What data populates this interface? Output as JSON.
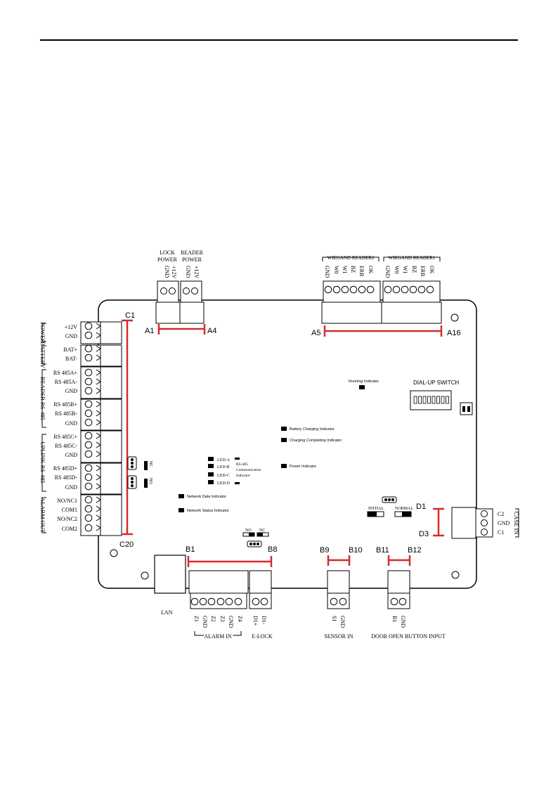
{
  "top_labels": {
    "lock_power": [
      "LOCK",
      "POWER"
    ],
    "reader_power": [
      "READER",
      "POWER"
    ],
    "lock_pins": [
      "GND",
      "+12V"
    ],
    "reader_pins": [
      "GND",
      "+12V"
    ],
    "wiegand2": "WIEGAND READER2",
    "wiegand1": "WIEGAND READER1",
    "wiegand_pins": [
      "GND",
      "W0",
      "W1",
      "BZ",
      "ERR",
      "OK"
    ]
  },
  "left_labels": {
    "power_pins": [
      "+12V",
      "GND"
    ],
    "battery_pins": [
      "BAT+",
      "BAT-"
    ],
    "reader_rs485_pins": [
      "RS 485A+",
      "RS 485A-",
      "GND",
      "RS 485B+",
      "RS 485B-",
      "GND"
    ],
    "uplink_rs485_pins": [
      "RS 485C+",
      "RS 485C-",
      "GND",
      "RS 485D+",
      "RS 485D-",
      "GND"
    ],
    "alarm_out_pins": [
      "NO/NC1",
      "COM1",
      "NO/NC2",
      "COM2"
    ],
    "groups": [
      "POWER",
      "BATTERY",
      "READER RS-485",
      "UPLINK RS-485",
      "ALARM OUT"
    ]
  },
  "markers": {
    "a1": "A1",
    "a4": "A4",
    "a5": "A5",
    "a16": "A16",
    "c1": "C1",
    "c20": "C20",
    "d1": "D1",
    "d3": "D3",
    "b1": "B1",
    "b8": "B8",
    "b9": "B9",
    "b10": "B10",
    "b11": "B11",
    "b12": "B12"
  },
  "indicators": {
    "running": "Running Indicator",
    "battery_charging": "Battery Charging Indicator",
    "charging_completing": "Charging Completing Indicator",
    "power": "Power Indicator",
    "network_data": "Network Data Indicator",
    "network_status": "Network Status Indicator",
    "led_a": "LED-A",
    "led_b": "LED-B",
    "led_c": "LED-C",
    "led_d": "LED-D",
    "rs485_comm": [
      "RS-485",
      "Communication",
      "Indicator"
    ]
  },
  "switches": {
    "dial_up": "DIAL-UP SWITCH",
    "nc": "NC",
    "no": "NO",
    "initial": "INITIAL",
    "normal": "NORMAL",
    "no_b": "NO",
    "nc_b": "NC"
  },
  "right_labels": {
    "case_pins": [
      "C2",
      "GND",
      "C1"
    ],
    "case_in": "CASE IN"
  },
  "bottom_labels": {
    "lan": "LAN",
    "alarm_pins": [
      "Z1",
      "GND",
      "Z2",
      "Z3",
      "GND",
      "Z4"
    ],
    "elock_pins": [
      "D1+",
      "D1-"
    ],
    "sensor_pins": [
      "S1",
      "GND"
    ],
    "button_pins": [
      "B1",
      "GND"
    ],
    "alarm_in": "ALARM IN",
    "e_lock": "E-LOCK",
    "sensor_in": "SENSOR IN",
    "door_button": "DOOR OPEN BUTTON INPUT"
  },
  "colors": {
    "marker_red": "#d62b2b",
    "line": "#000000"
  }
}
